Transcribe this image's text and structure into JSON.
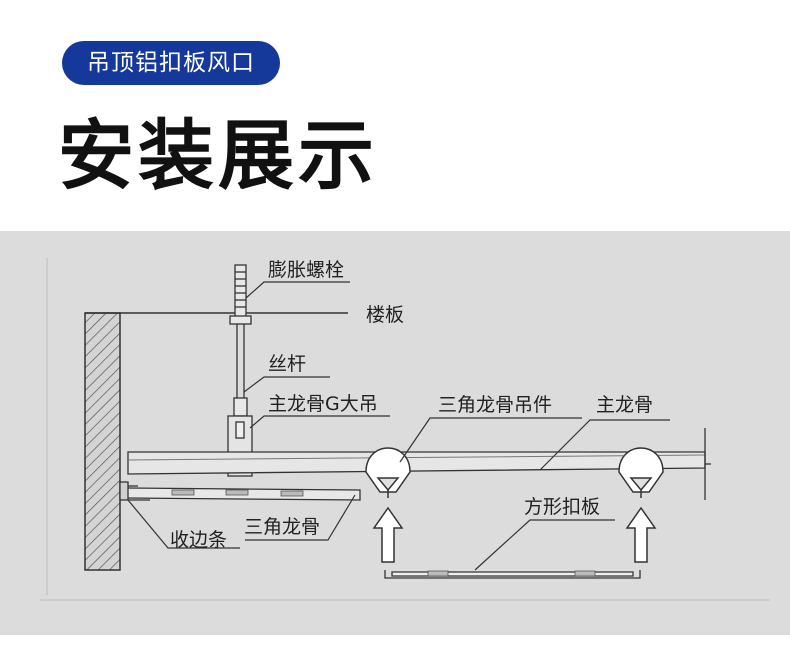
{
  "header": {
    "badge": "吊顶铝扣板风口",
    "title": "安装展示"
  },
  "diagram": {
    "labels": {
      "expansion_bolt": "膨胀螺栓",
      "floor_slab": "楼板",
      "threaded_rod": "丝杆",
      "main_keel_hanger": "主龙骨G大吊",
      "triangle_keel_hanger": "三角龙骨吊件",
      "main_keel": "主龙骨",
      "square_panel": "方形扣板",
      "edge_strip": "收边条",
      "triangle_keel": "三角龙骨"
    }
  },
  "colors": {
    "badge_bg": "#15389b",
    "panel_bg": "#dcdcdc",
    "line": "#333333"
  }
}
